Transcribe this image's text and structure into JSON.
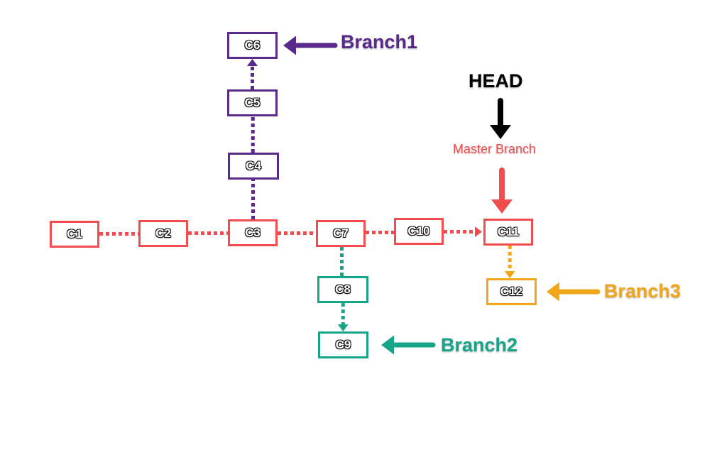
{
  "colors": {
    "master": "#f14d4f",
    "branch1": "#5a2a8a",
    "branch2": "#17a58a",
    "branch3": "#f2a71b",
    "head": "#000000"
  },
  "commits": [
    {
      "id": "C1",
      "branch": "master"
    },
    {
      "id": "C2",
      "branch": "master"
    },
    {
      "id": "C3",
      "branch": "master"
    },
    {
      "id": "C4",
      "branch": "branch1"
    },
    {
      "id": "C5",
      "branch": "branch1"
    },
    {
      "id": "C6",
      "branch": "branch1"
    },
    {
      "id": "C7",
      "branch": "master"
    },
    {
      "id": "C8",
      "branch": "branch2"
    },
    {
      "id": "C9",
      "branch": "branch2"
    },
    {
      "id": "C10",
      "branch": "master"
    },
    {
      "id": "C11",
      "branch": "master"
    },
    {
      "id": "C12",
      "branch": "branch3"
    }
  ],
  "edges": [
    {
      "from": "C1",
      "to": "C2",
      "branch": "master"
    },
    {
      "from": "C2",
      "to": "C3",
      "branch": "master"
    },
    {
      "from": "C3",
      "to": "C7",
      "branch": "master"
    },
    {
      "from": "C7",
      "to": "C10",
      "branch": "master"
    },
    {
      "from": "C10",
      "to": "C11",
      "branch": "master"
    },
    {
      "from": "C3",
      "to": "C4",
      "branch": "branch1"
    },
    {
      "from": "C4",
      "to": "C5",
      "branch": "branch1"
    },
    {
      "from": "C5",
      "to": "C6",
      "branch": "branch1"
    },
    {
      "from": "C7",
      "to": "C8",
      "branch": "branch2"
    },
    {
      "from": "C8",
      "to": "C9",
      "branch": "branch2"
    },
    {
      "from": "C11",
      "to": "C12",
      "branch": "branch3"
    }
  ],
  "labels": {
    "branch1": "Branch1",
    "branch2": "Branch2",
    "branch3": "Branch3",
    "head": "HEAD",
    "master": "Master Branch"
  },
  "pointers": [
    {
      "label": "branch1",
      "target": "C6"
    },
    {
      "label": "branch2",
      "target": "C9"
    },
    {
      "label": "branch3",
      "target": "C12"
    },
    {
      "label": "head",
      "target": "master"
    },
    {
      "label": "master",
      "target": "C11"
    }
  ]
}
